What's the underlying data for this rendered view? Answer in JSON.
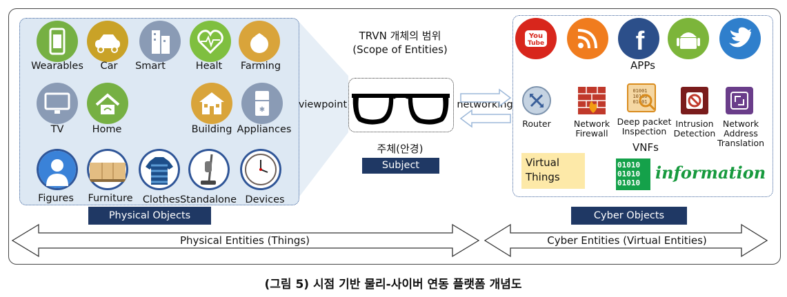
{
  "diagram": {
    "scope": {
      "line1": "TRVN 개체의 범위",
      "line2": "(Scope of Entities)"
    },
    "subject": {
      "korean": "주체(안경)",
      "badge": "Subject"
    },
    "connectors": {
      "left": "viewpoint",
      "right": "networking"
    },
    "physical": {
      "badge": "Physical Objects",
      "items": [
        {
          "label": "Wearables",
          "icon": "watch-icon",
          "color": "#76b043"
        },
        {
          "label": "Car",
          "icon": "car-icon",
          "color": "#c9a227"
        },
        {
          "label": "Smart",
          "icon": "building-icon",
          "color": "#8a9bb5"
        },
        {
          "label": "Healt",
          "icon": "heart-pulse-icon",
          "color": "#7fbf3f"
        },
        {
          "label": "Farming",
          "icon": "tomato-icon",
          "color": "#d9a43a"
        },
        {
          "label": "TV",
          "icon": "tv-icon",
          "color": "#8a9bb5"
        },
        {
          "label": "Home",
          "icon": "home-wifi-icon",
          "color": "#76b043"
        },
        {
          "label": "Building",
          "icon": "house-icon",
          "color": "#d9a43a"
        },
        {
          "label": "Appliances",
          "icon": "fridge-icon",
          "color": "#8a9bb5"
        },
        {
          "label": "Figures",
          "icon": "person-icon",
          "color": "#3a82d8"
        },
        {
          "label": "Furniture",
          "icon": "cabinet-icon",
          "color": "#c9965a"
        },
        {
          "label": "Clothes",
          "icon": "shirt-icon",
          "color": "#1d4e89"
        },
        {
          "label": "Standalone",
          "icon": "vacuum-icon",
          "color": "#8c8c8c"
        },
        {
          "label": "Devices",
          "icon": "clock-icon",
          "color": "#b76b5a"
        }
      ]
    },
    "cyber": {
      "badge": "Cyber Objects",
      "apps_label": "APPs",
      "apps": [
        {
          "icon": "youtube-icon",
          "text": "You\nTube",
          "color": "#d8261c"
        },
        {
          "icon": "rss-icon",
          "color": "#f07c1e"
        },
        {
          "icon": "facebook-icon",
          "text": "f",
          "color": "#2c4f8a"
        },
        {
          "icon": "android-icon",
          "color": "#7cb53a"
        },
        {
          "icon": "twitter-icon",
          "color": "#2f7fcc"
        }
      ],
      "vnfs": [
        {
          "label": "Router",
          "icon": "router-icon"
        },
        {
          "label": "Network\nFirewall",
          "icon": "firewall-icon"
        },
        {
          "label": "Deep packet\nInspection",
          "icon": "dpi-icon"
        },
        {
          "label": "Intrusion\nDetection",
          "icon": "ids-icon"
        },
        {
          "label": "Network\nAddress\nTranslation",
          "icon": "nat-icon"
        }
      ],
      "vnfs_label": "VNFs",
      "virtual_things": "Virtual\nThings",
      "binary": [
        "01010",
        "01010",
        "01010"
      ],
      "information": "information"
    },
    "arrows": {
      "physical": "Physical Entities (Things)",
      "cyber": "Cyber Entities  (Virtual  Entities)"
    },
    "caption": "(그림 5) 시점 기반 물리-사이버 연동 플랫폼 개념도"
  }
}
